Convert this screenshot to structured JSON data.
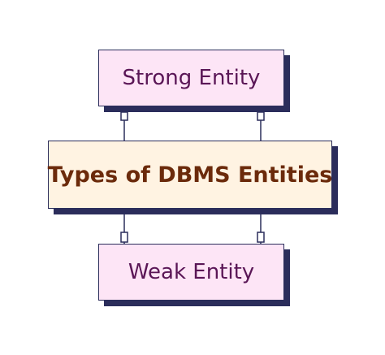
{
  "diagram": {
    "nodes": {
      "top": "Strong Entity",
      "center": "Types of DBMS Entities",
      "bottom": "Weak Entity"
    },
    "edges": [
      {
        "from": "top",
        "to": "center"
      },
      {
        "from": "center",
        "to": "bottom"
      }
    ],
    "colors": {
      "outline": "#2b2d5b",
      "entity_fill": "#fde5f6",
      "entity_text": "#5a1656",
      "center_fill": "#fff3e2",
      "center_text": "#6b2a0b"
    }
  }
}
